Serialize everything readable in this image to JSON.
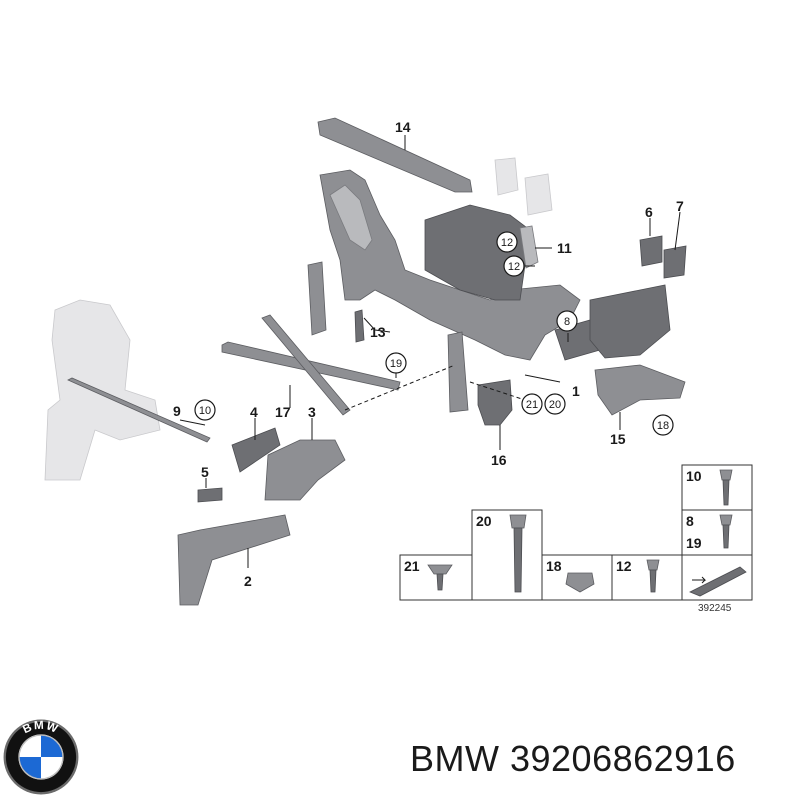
{
  "callouts": {
    "p1": "1",
    "p2": "2",
    "p3": "3",
    "p4": "4",
    "p5": "5",
    "p6": "6",
    "p7": "7",
    "p8": "8",
    "p9": "9",
    "p10": "10",
    "p11": "11",
    "p12a": "12",
    "p12b": "12",
    "p13": "13",
    "p14": "14",
    "p15": "15",
    "p16": "16",
    "p17": "17",
    "p18": "18",
    "p19": "19",
    "p20": "20",
    "p21": "21"
  },
  "fastener_table": {
    "cell_21": "21",
    "cell_20": "20",
    "cell_18": "18",
    "cell_12": "12",
    "cell_10": "10",
    "cell_8": "8",
    "cell_19": "19"
  },
  "diagram_ref": "392245",
  "brand": {
    "name": "BMW",
    "part_number": "39206862916",
    "caption": "BMW 39206862916",
    "logo_name": "bmw-roundel-icon",
    "colors": {
      "blue": "#1c69d4",
      "black": "#111111",
      "white": "#ffffff"
    }
  }
}
